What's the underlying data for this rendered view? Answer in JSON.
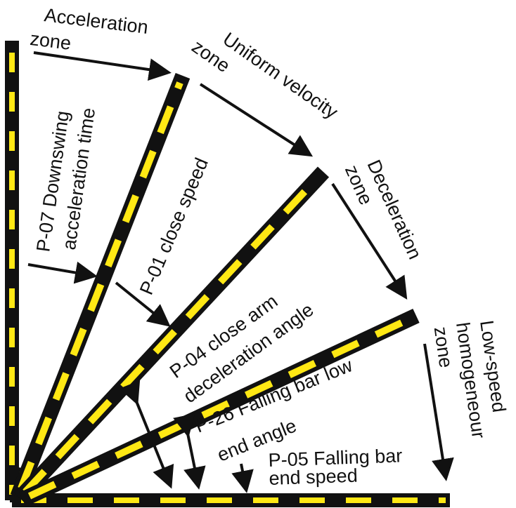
{
  "colors": {
    "bar_dark": "#111111",
    "bar_stripe": "#FFE814",
    "arrow": "#111111",
    "background": "#FFFFFF"
  },
  "labels": {
    "acceleration_zone": [
      "Acceleration",
      "zone"
    ],
    "uniform_velocity_zone": [
      "Uniform velocity",
      "zone"
    ],
    "deceleration_zone": [
      "Deceleration",
      "zone"
    ],
    "low_speed_zone": [
      "Low-speed",
      "homogeneour",
      "zone"
    ],
    "p07": [
      "P-07 Downswing",
      "acceleration time"
    ],
    "p01": "P-01 close speed",
    "p04": [
      "P-04 close arm",
      "deceleration angle"
    ],
    "p26": [
      "P-26 Falling bar low",
      "end angle"
    ],
    "p05": [
      "P-05 Falling bar",
      "end speed"
    ]
  },
  "barrier_arms": [
    "vertical-arm",
    "arm-70deg",
    "arm-50deg",
    "arm-27deg",
    "horizontal-arm"
  ]
}
